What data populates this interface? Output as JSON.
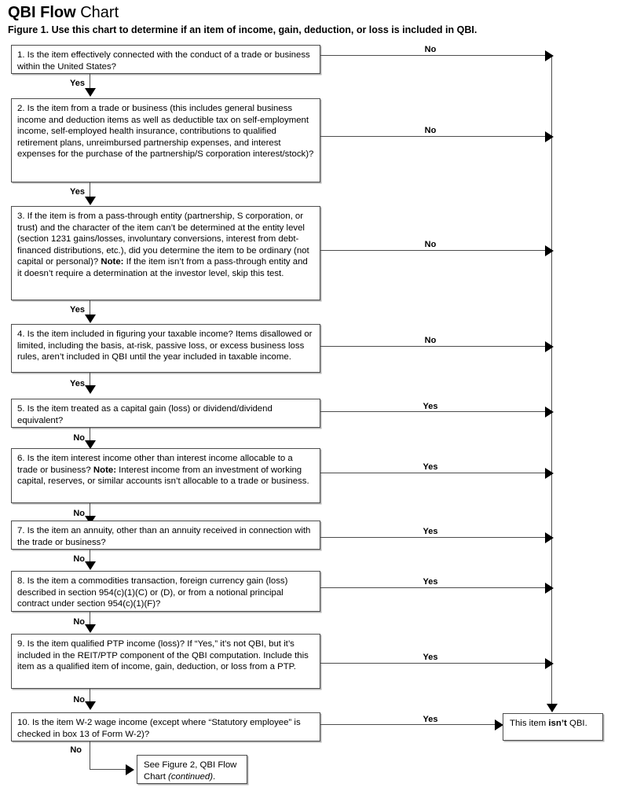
{
  "title": {
    "bold": "QBI Flow",
    "regular": "Chart"
  },
  "figure_caption": "Figure 1. Use this chart to determine if an item of income, gain, deduction, or loss is included in QBI.",
  "flowchart": {
    "type": "decision-flowchart",
    "steps": [
      {
        "id": 1,
        "number": "1.",
        "text": "1. Is the item effectively connected with the conduct of a trade or business within the United States?",
        "down_label": "Yes",
        "branch_label": "No",
        "branch_target": "this-item-isnt-qbi"
      },
      {
        "id": 2,
        "number": "2.",
        "text": "2. Is the item from a trade or business (this includes general business income and deduction items as well as deductible tax on self-employment income, self-employed health insurance, contributions to qualified retirement plans, unreimbursed partnership expenses, and interest expenses for the purchase of the partnership/S corporation interest/stock)?",
        "down_label": "Yes",
        "branch_label": "No",
        "branch_target": "this-item-isnt-qbi"
      },
      {
        "id": 3,
        "number": "3.",
        "text_parts": [
          {
            "t": "3. If the item is from a pass-through entity (partnership, S corporation, or trust) and the character of the item can’t be determined at the entity level (section 1231 gains/losses, involuntary conversions, interest from debt-financed distributions, etc.), did you determine the item to be ordinary (not capital or personal)? ",
            "b": false
          },
          {
            "t": "Note:",
            "b": true
          },
          {
            "t": " If the item isn’t from a pass-through entity and it doesn’t require a determination at the investor level, skip this test.",
            "b": false
          }
        ],
        "down_label": "Yes",
        "branch_label": "No",
        "branch_target": "this-item-isnt-qbi"
      },
      {
        "id": 4,
        "number": "4.",
        "text": "4. Is the item included in figuring your taxable income? Items disallowed or limited, including the basis, at-risk, passive loss, or excess business loss rules, aren’t included in QBI until the year included in taxable income.",
        "down_label": "Yes",
        "branch_label": "No",
        "branch_target": "this-item-isnt-qbi"
      },
      {
        "id": 5,
        "number": "5.",
        "text": "5. Is the item treated as a capital gain (loss) or dividend/dividend equivalent?",
        "down_label": "No",
        "branch_label": "Yes",
        "branch_target": "this-item-isnt-qbi"
      },
      {
        "id": 6,
        "number": "6.",
        "text_parts": [
          {
            "t": "6. Is the item interest income other than interest income allocable to a trade or business? ",
            "b": false
          },
          {
            "t": "Note:",
            "b": true
          },
          {
            "t": " Interest income from an investment of working capital, reserves, or similar accounts isn’t allocable to a trade or business.",
            "b": false
          }
        ],
        "down_label": "No",
        "branch_label": "Yes",
        "branch_target": "this-item-isnt-qbi"
      },
      {
        "id": 7,
        "number": "7.",
        "text": "7. Is the item an annuity, other than an annuity received in connection with the trade or business?",
        "down_label": "No",
        "branch_label": "Yes",
        "branch_target": "this-item-isnt-qbi"
      },
      {
        "id": 8,
        "number": "8.",
        "text": "8. Is the item a commodities transaction, foreign currency gain (loss) described in section 954(c)(1)(C) or (D), or from a notional principal contract under section 954(c)(1)(F)?",
        "down_label": "No",
        "branch_label": "Yes",
        "branch_target": "this-item-isnt-qbi"
      },
      {
        "id": 9,
        "number": "9.",
        "text": "9. Is the item qualified PTP income (loss)? If “Yes,” it’s not QBI, but it’s included in the REIT/PTP component of the QBI computation. Include this item as a qualified item of income, gain, deduction, or loss from a PTP.",
        "down_label": "No",
        "branch_label": "Yes",
        "branch_target": "this-item-isnt-qbi"
      },
      {
        "id": 10,
        "number": "10.",
        "text": "10. Is the item W-2 wage income (except where “Statutory employee” is checked in box 13 of Form W-2)?",
        "down_label": "No",
        "branch_label": "Yes",
        "branch_target": "this-item-isnt-qbi"
      }
    ],
    "terminals": [
      {
        "id": "this-item-isnt-qbi",
        "parts": [
          {
            "t": "This item ",
            "b": false,
            "i": false
          },
          {
            "t": "isn’t",
            "b": true,
            "i": false
          },
          {
            "t": " QBI.",
            "b": false,
            "i": false
          }
        ]
      },
      {
        "id": "see-figure-2",
        "parts": [
          {
            "t": "See Figure 2, QBI Flow Chart ",
            "b": false,
            "i": false
          },
          {
            "t": "(continued)",
            "b": false,
            "i": true
          },
          {
            "t": ".",
            "b": false,
            "i": false
          }
        ]
      }
    ],
    "colors": {
      "line": "#4d4d4d",
      "arrow": "#000000",
      "box_shadow": "#b3b3b3",
      "background": "#ffffff",
      "text": "#000000"
    }
  }
}
